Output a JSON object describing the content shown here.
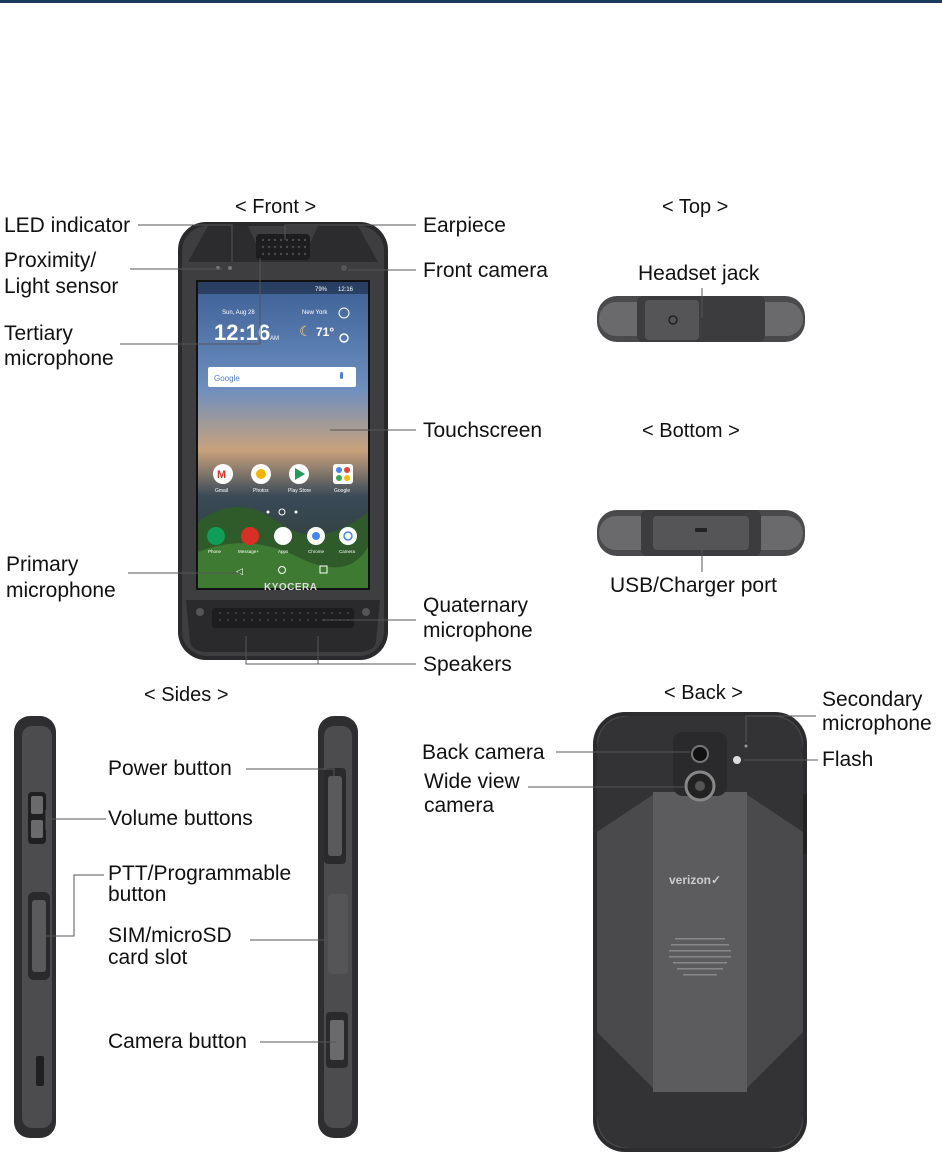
{
  "sections": {
    "front": "< Front >",
    "top": "< Top >",
    "bottom": "< Bottom >",
    "sides": "< Sides >",
    "back": "< Back >"
  },
  "labels": {
    "led_indicator": "LED indicator",
    "proximity_1": "Proximity/",
    "proximity_2": "Light sensor",
    "tertiary_1": "Tertiary",
    "tertiary_2": "microphone",
    "earpiece": "Earpiece",
    "front_camera": "Front camera",
    "touchscreen": "Touchscreen",
    "primary_1": "Primary",
    "primary_2": "microphone",
    "quaternary_1": "Quaternary",
    "quaternary_2": "microphone",
    "speakers": "Speakers",
    "headset_jack": "Headset jack",
    "usb_port": "USB/Charger port",
    "power_button": "Power button",
    "volume_buttons": "Volume buttons",
    "ptt_1": "PTT/Programmable",
    "ptt_2": "button",
    "sim_1": "SIM/microSD",
    "sim_2": "card slot",
    "camera_button": "Camera button",
    "back_camera": "Back camera",
    "wide_1": "Wide view",
    "wide_2": "camera",
    "secondary_1": "Secondary",
    "secondary_2": "microphone",
    "flash": "Flash"
  },
  "screen": {
    "status_time": "12:16",
    "status_battery": "79%",
    "date": "Sun, Aug 28",
    "clock": "12:16",
    "ampm": "AM",
    "city": "New York",
    "temp": "71°",
    "search_brand": "Google",
    "apps_row1": [
      "Gmail",
      "Photos",
      "Play Store",
      "Google"
    ],
    "apps_row2": [
      "Phone",
      "Message+",
      "Apps",
      "Chrome",
      "Camera"
    ],
    "brand": "KYOCERA"
  },
  "back": {
    "brand": "verizon✓"
  },
  "colors": {
    "top_rule": "#1b3a5c",
    "phone_body": "#3c3c3e",
    "phone_frame": "#252527",
    "screen_sky": "#5a7fb0"
  }
}
